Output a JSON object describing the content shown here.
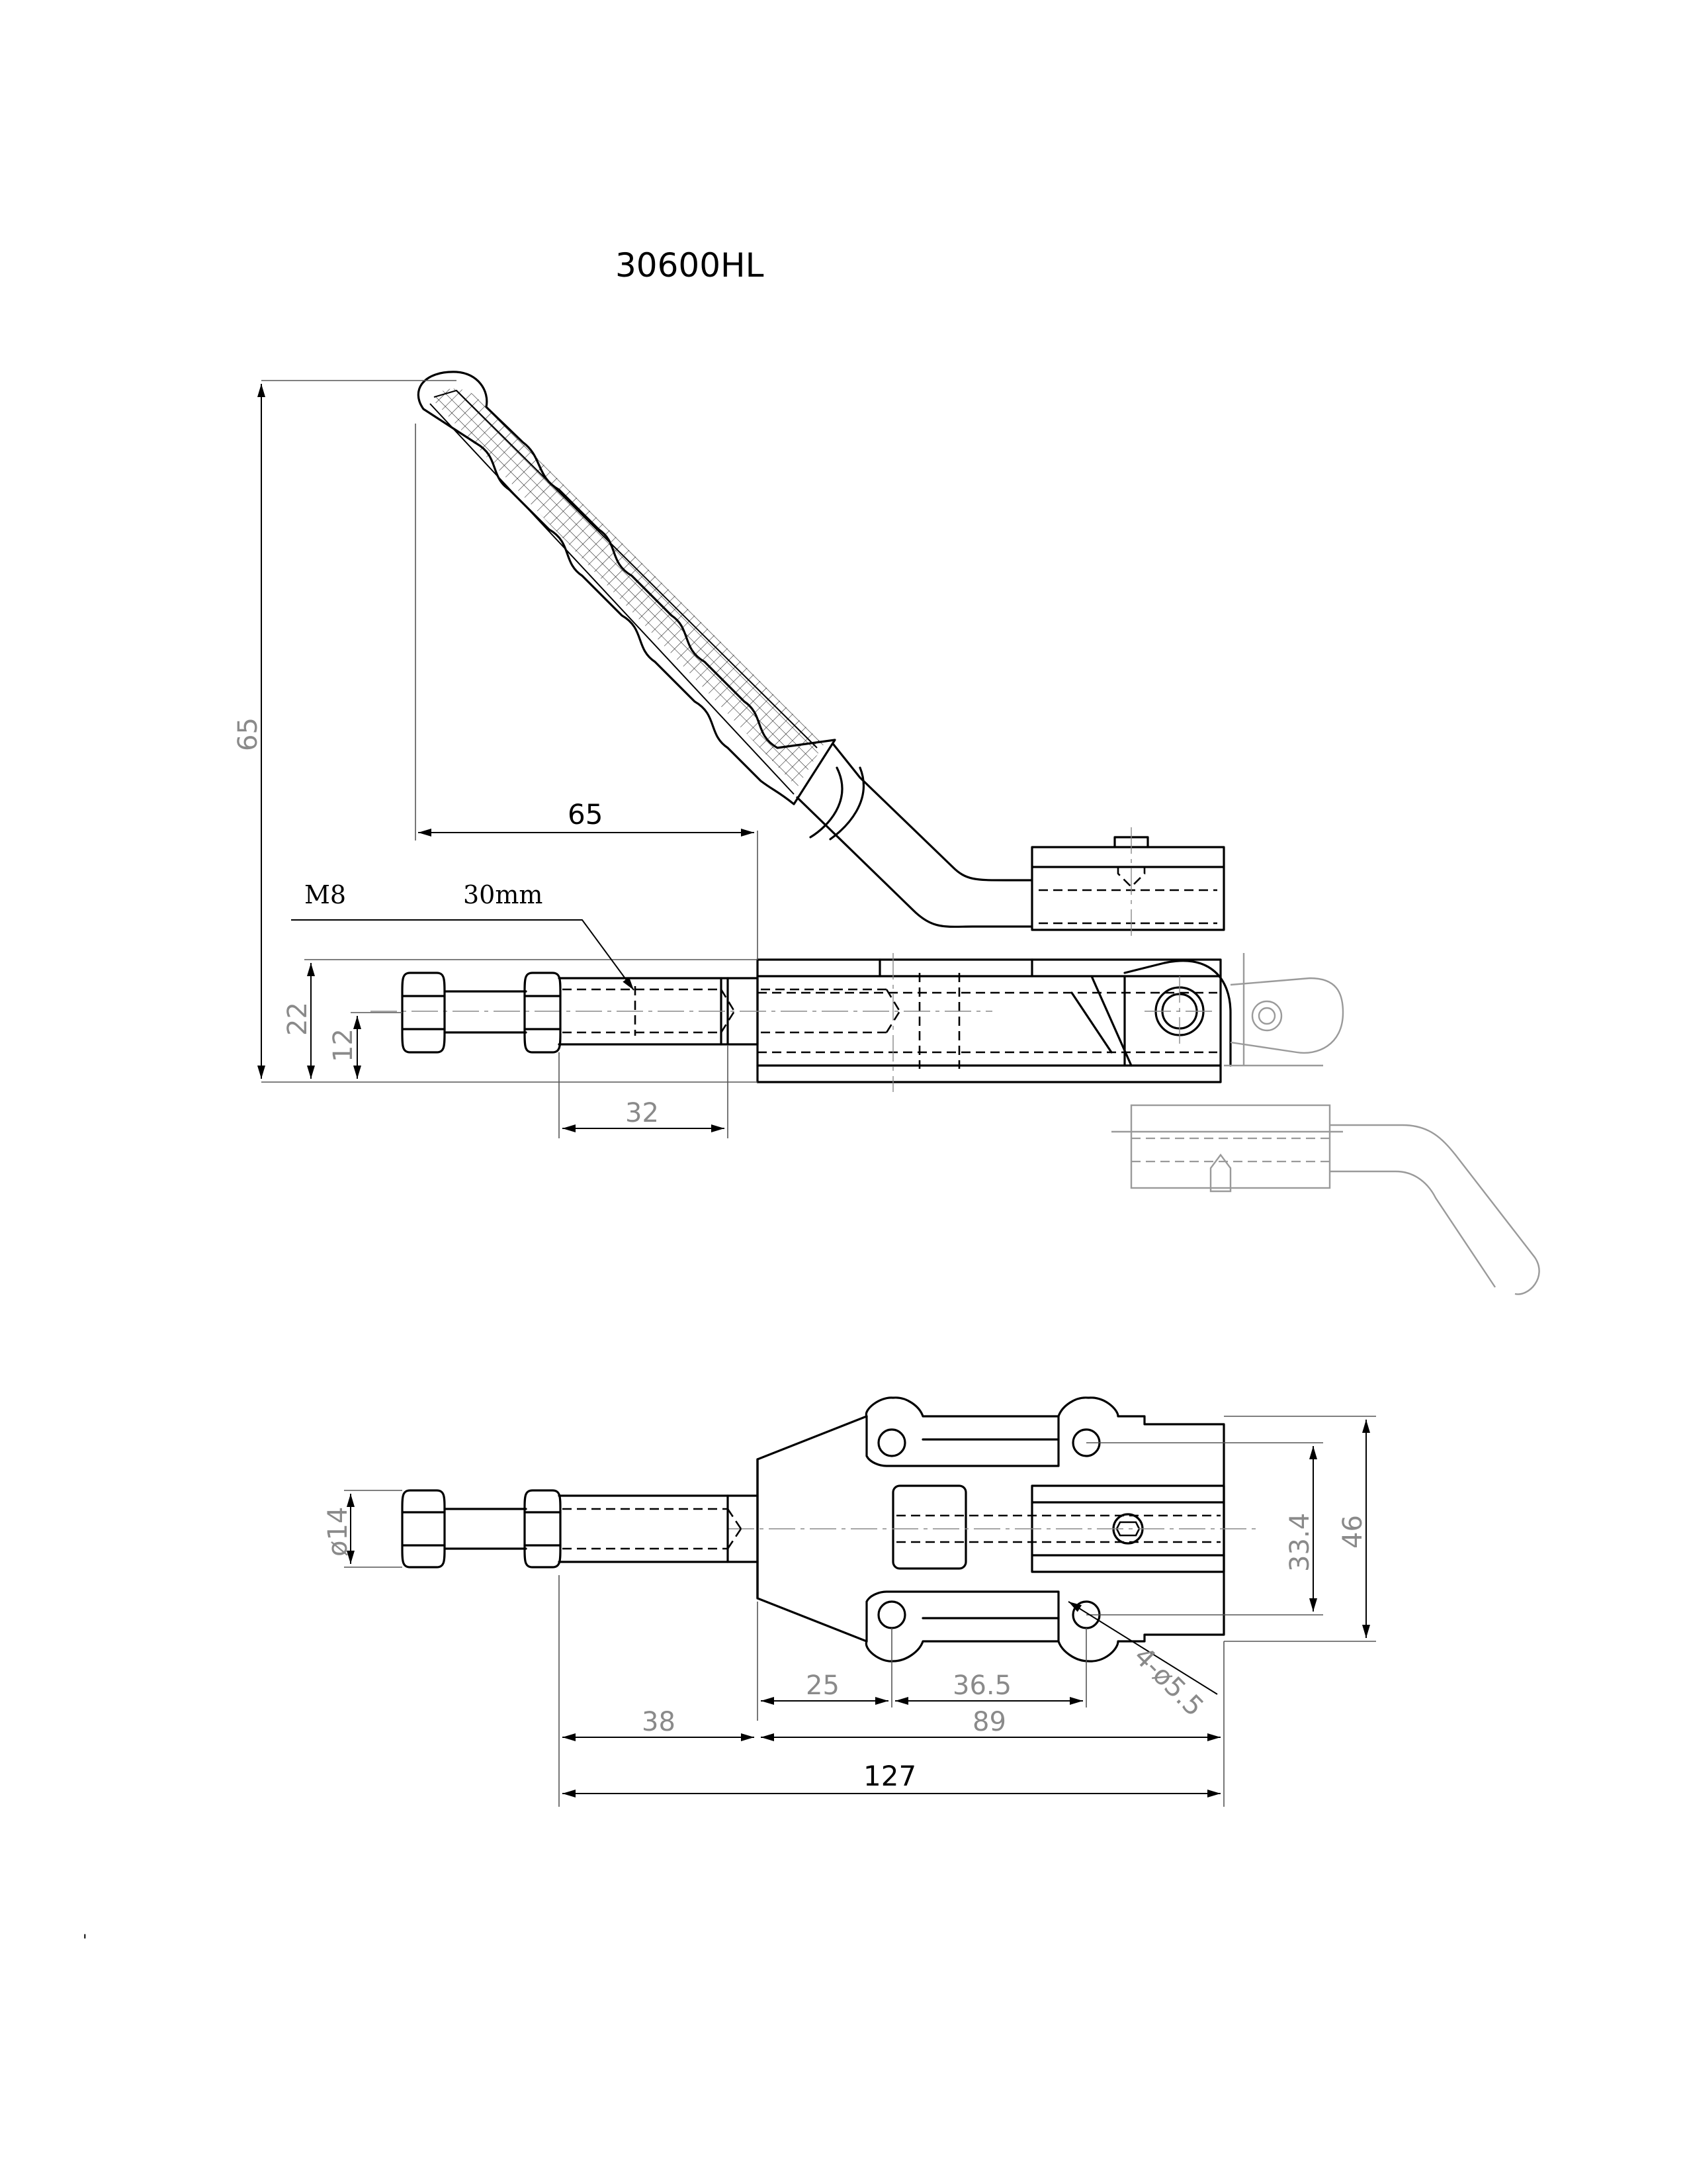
{
  "title": "30600HL",
  "callouts": {
    "thread": "M8",
    "thread_depth": "30mm"
  },
  "side_view_dims": {
    "height_total": "65",
    "handle_reach": "65",
    "body_height": "22",
    "plunger_height": "12",
    "thread_length": "32"
  },
  "top_view_dims": {
    "plunger_dia": "ø14",
    "hole_spacing_w": "33.4",
    "width": "46",
    "offset_25": "25",
    "hole_pitch": "36.5",
    "holes": "4-ø5.5",
    "plunger_extension": "38",
    "base_length": "89",
    "overall_length": "127"
  },
  "footer_mark": "'"
}
